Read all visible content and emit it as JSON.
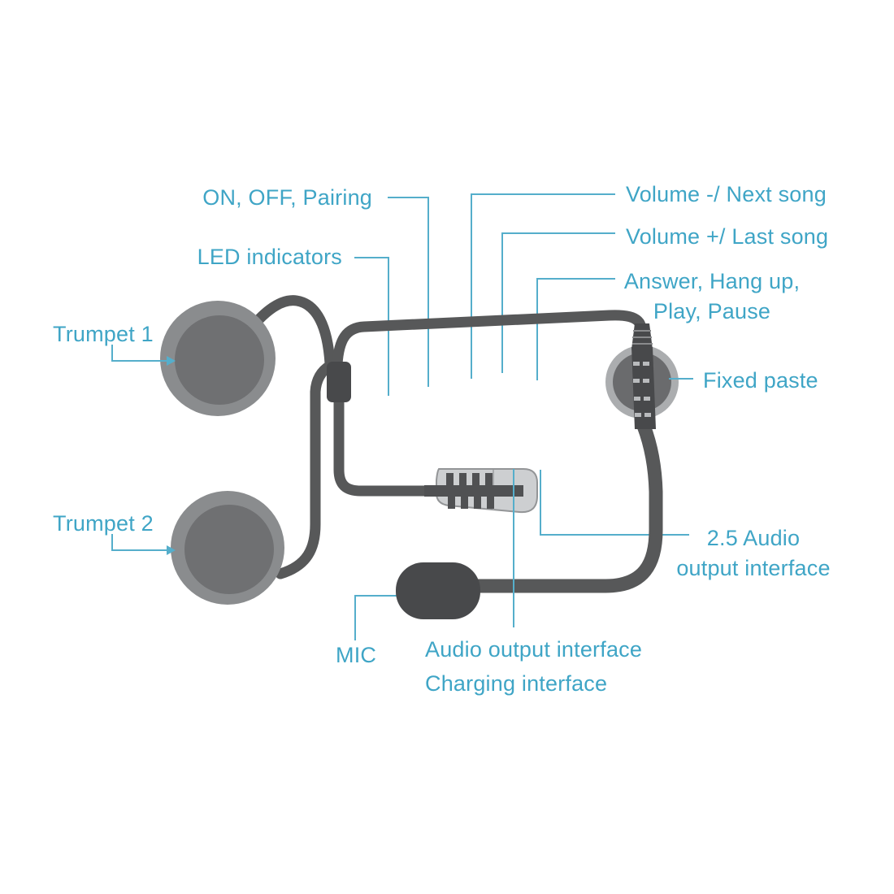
{
  "diagram_type": "product-callout-diagram",
  "subject": "motorcycle helmet bluetooth headset with two speakers, microphone and control cable",
  "colors": {
    "background": "#ffffff",
    "label_text": "#3fa5c6",
    "leader_line": "#55aecb",
    "cable": "#575859",
    "speaker_outer": "#8a8c8e",
    "speaker_inner": "#6f7072",
    "dark_part": "#48494b",
    "usb_body": "#cdcfd1",
    "usb_dark": "#505153",
    "disc_outer": "#abadaf",
    "disc_inner": "#6a6b6d"
  },
  "labels": {
    "on_off_pairing": "ON, OFF, Pairing",
    "led_indicators": "LED indicators",
    "trumpet_1": "Trumpet 1",
    "trumpet_2": "Trumpet 2",
    "volume_minus": "Volume -/ Next song",
    "volume_plus": "Volume +/ Last song",
    "answer_line1": "Answer, Hang up,",
    "answer_line2": "Play, Pause",
    "fixed_paste": "Fixed paste",
    "audio25_line1": "2.5 Audio",
    "audio25_line2": "output interface",
    "mic": "MIC",
    "audio_charging_line1": "Audio output interface",
    "audio_charging_line2": "Charging interface"
  },
  "device_parts": [
    "trumpet-1-speaker",
    "trumpet-2-speaker",
    "cable-junction",
    "main-cable",
    "usb-connector",
    "fixed-paste-disc",
    "microphone",
    "mic-boom-cable"
  ]
}
